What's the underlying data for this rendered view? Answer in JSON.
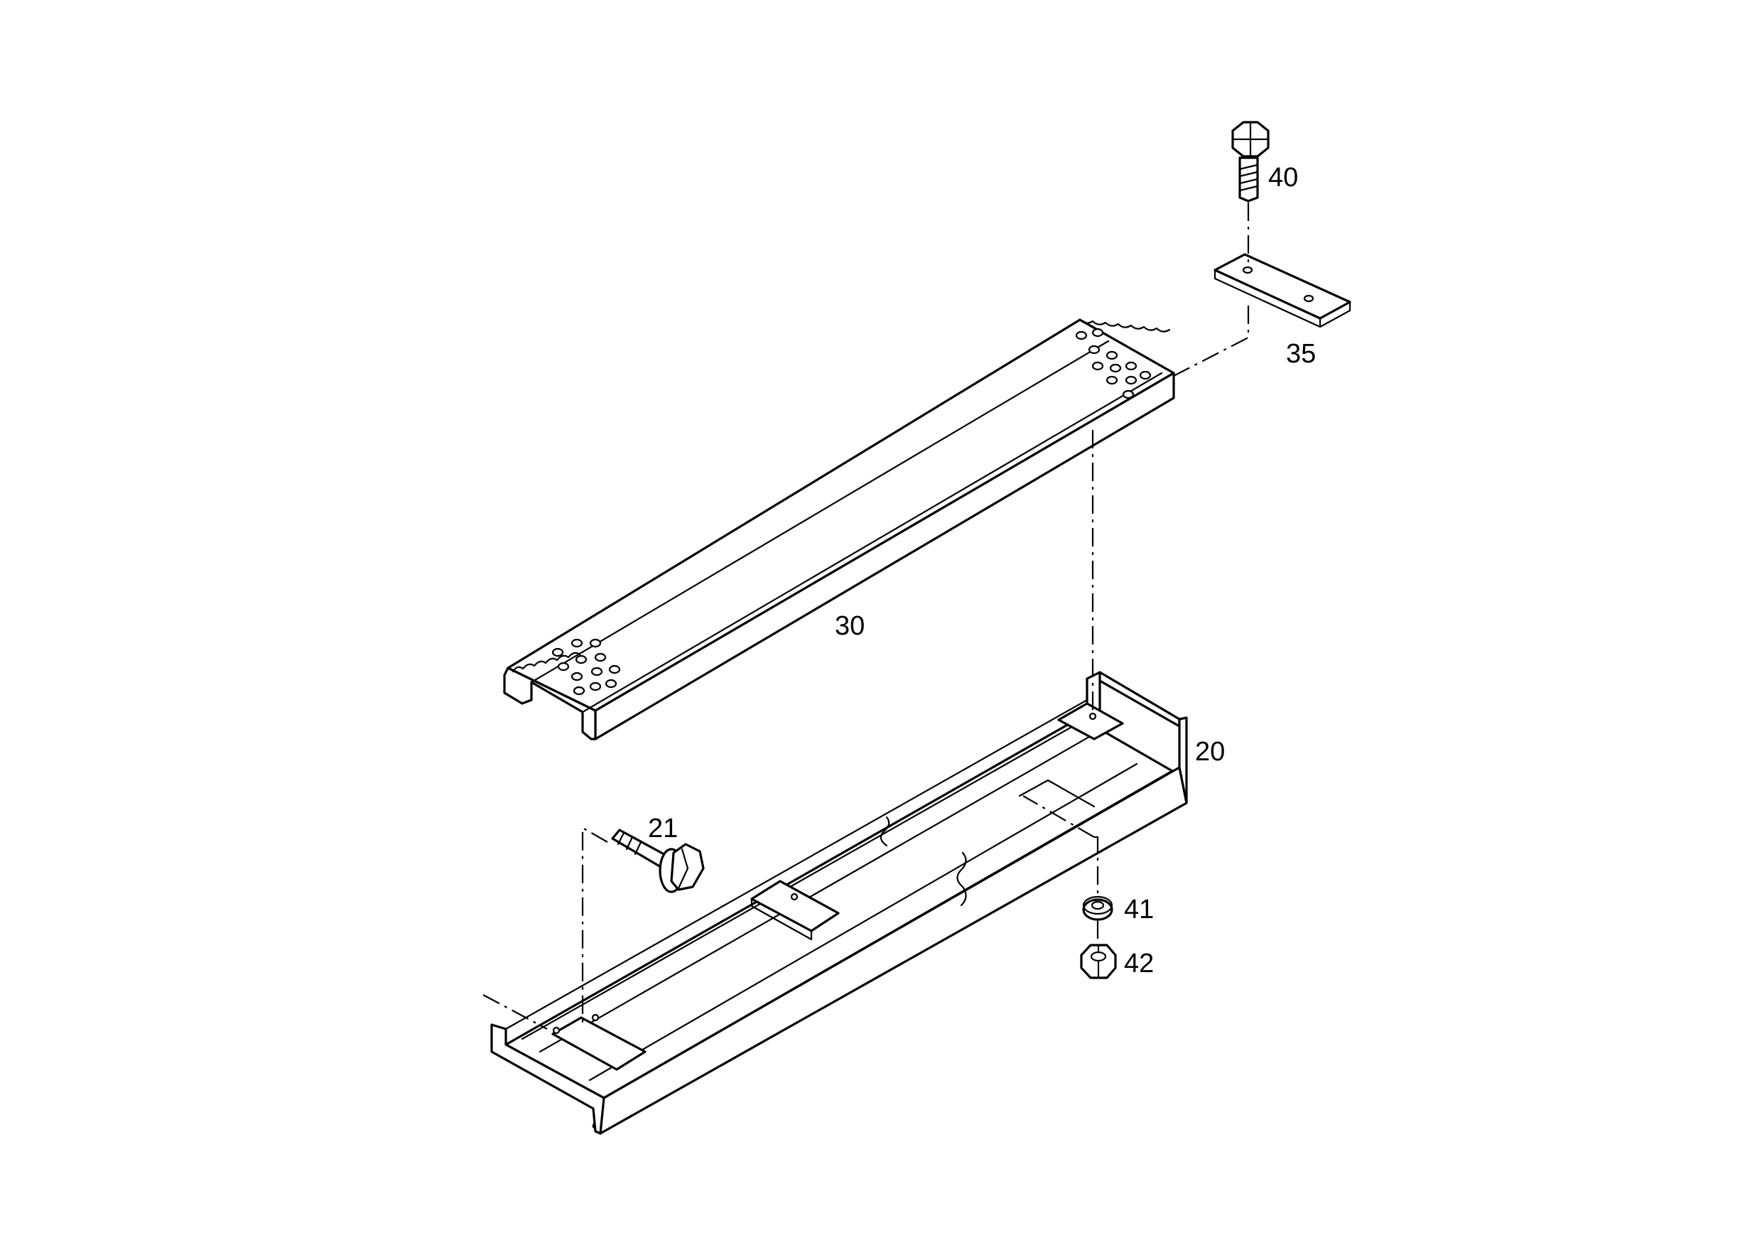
{
  "diagram": {
    "callouts": {
      "bolt_top": "40",
      "plate": "35",
      "step_tread": "30",
      "frame": "20",
      "side_bolt": "21",
      "washer": "41",
      "nut": "42"
    },
    "colors": {
      "line": "#000000",
      "background": "#ffffff"
    }
  }
}
